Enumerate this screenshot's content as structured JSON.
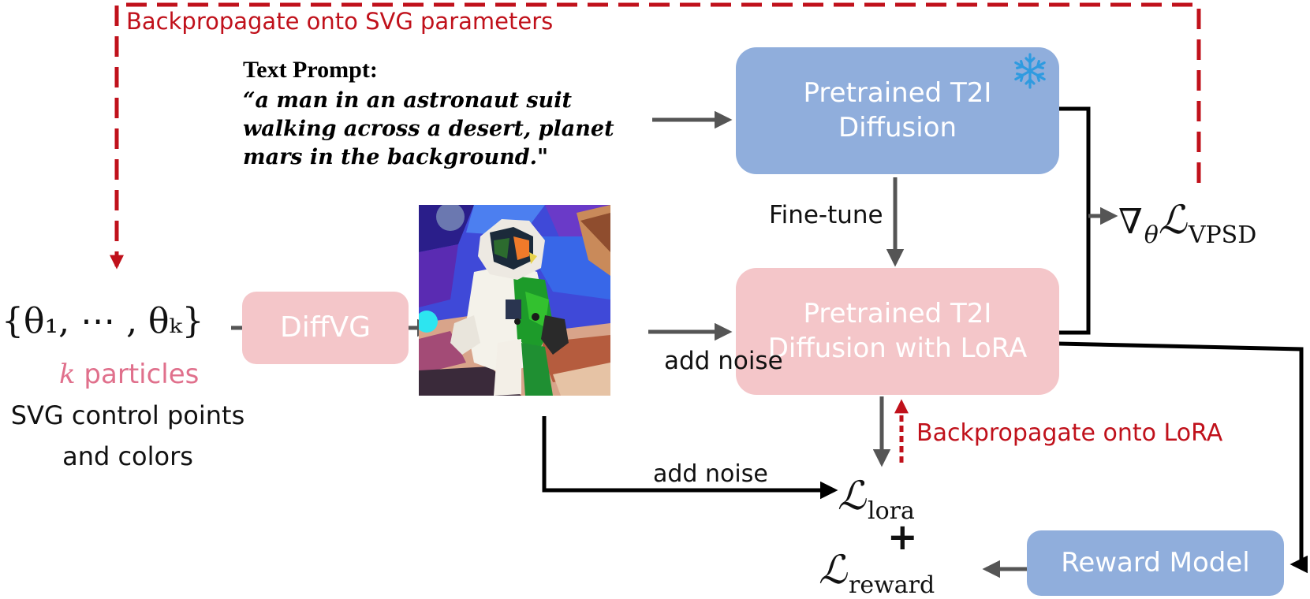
{
  "prompt": {
    "title": "Text Prompt:",
    "text": "“a man in an astronaut suit walking across a desert, planet mars in the background.\""
  },
  "boxes": {
    "t2i": "Pretrained T2I Diffusion",
    "lora": "Pretrained T2I Diffusion with LoRA",
    "diffvg": "DiffVG",
    "reward": "Reward Model"
  },
  "labels": {
    "backprop_svg": "Backpropagate onto SVG parameters",
    "backprop_lora": "Backpropagate onto LoRA",
    "fine_tune": "Fine-tune",
    "add_noise_1": "add noise",
    "add_noise_2": "add noise",
    "particles": "particles",
    "particles_k": "k",
    "svg_desc_1": "SVG control points",
    "svg_desc_2": "and colors",
    "plus": "+"
  },
  "math": {
    "theta_set": "{θ₁, ⋯ , θₖ}",
    "grad": "∇",
    "grad_sub": "θ",
    "vpsd_sub": "VPSD",
    "lora_sub": "lora",
    "reward_sub": "reward",
    "script_L": "ℒ"
  },
  "colors": {
    "blue_box": "#90aedc",
    "pink_box": "#f4c6c9",
    "red_arrow": "#c0111b",
    "gray_arrow": "#555555",
    "snowflake": "#2f9be0"
  },
  "icons": {
    "frozen": "snowflake-icon"
  }
}
